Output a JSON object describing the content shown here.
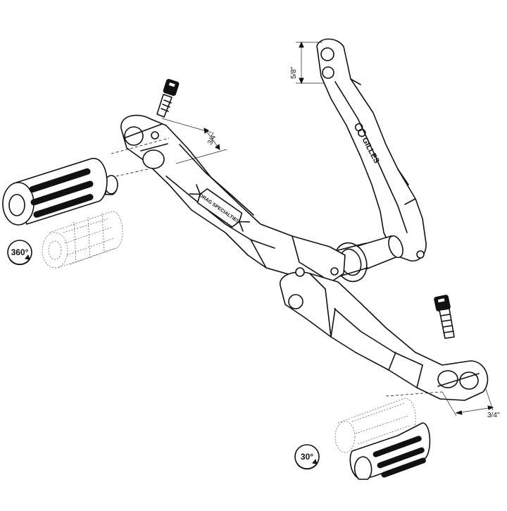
{
  "dimensions": {
    "upper_left_hole": "3/4\"",
    "top_arm_holes": "5/8\"",
    "lower_right_hole": "3/4\""
  },
  "rotations": {
    "upper_peg": "360°",
    "lower_peg": "30°"
  },
  "logos": {
    "upper_arm_brand": "DRAG SPECIALTIES",
    "top_arm_brand": "GILLES"
  },
  "colors": {
    "line": "#111111",
    "background": "#ffffff",
    "ghost": "#555555"
  }
}
